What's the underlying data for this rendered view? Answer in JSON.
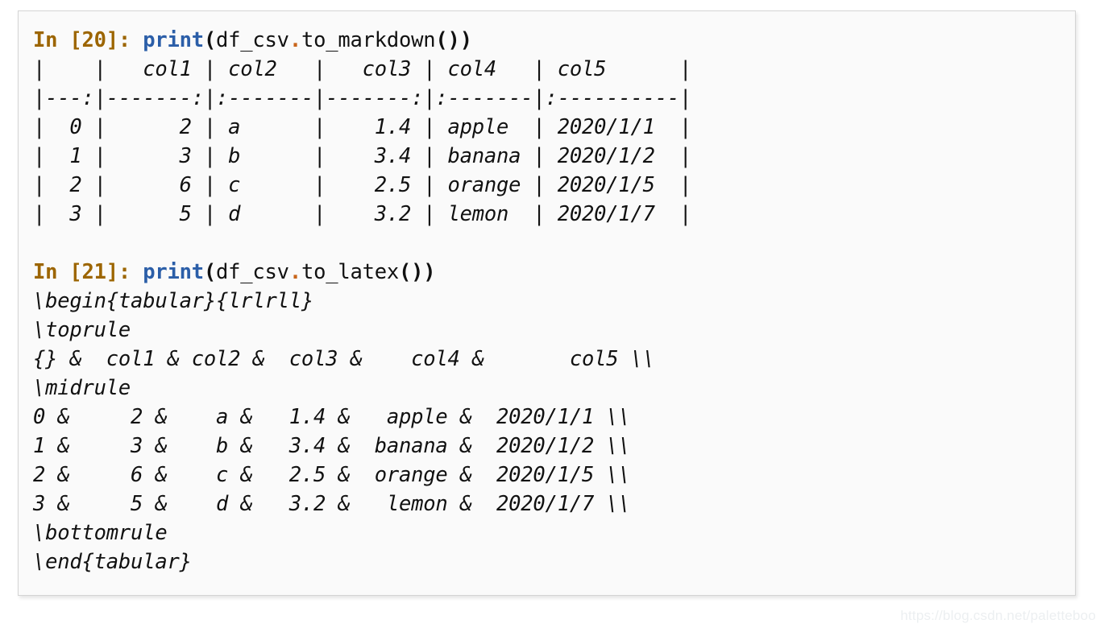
{
  "watermark": "https://blog.csdn.net/paletteboo",
  "colors": {
    "prompt": "#9c6500",
    "function": "#2b5ea8",
    "attribute_dot": "#c8651b",
    "text": "#111111",
    "card_background": "#fafafa",
    "card_border": "#d4d4d4",
    "page_background": "#ffffff",
    "watermark": "#eceff1"
  },
  "cells": [
    {
      "prompt": "In [20]:",
      "code": {
        "function": "print",
        "open_paren": "(",
        "object": "df_csv",
        "dot": ".",
        "method": "to_markdown",
        "call_parens": "()",
        "close_paren": ")",
        "full": "print(df_csv.to_markdown())"
      },
      "output_lines": [
        "|    |   col1 | col2   |   col3 | col4   | col5      |",
        "|---:|-------:|:-------|-------:|:-------|:----------|",
        "|  0 |      2 | a      |    1.4 | apple  | 2020/1/1  |",
        "|  1 |      3 | b      |    3.4 | banana | 2020/1/2  |",
        "|  2 |      6 | c      |    2.5 | orange | 2020/1/5  |",
        "|  3 |      5 | d      |    3.2 | lemon  | 2020/1/7  |"
      ]
    },
    {
      "prompt": "In [21]:",
      "code": {
        "function": "print",
        "open_paren": "(",
        "object": "df_csv",
        "dot": ".",
        "method": "to_latex",
        "call_parens": "()",
        "close_paren": ")",
        "full": "print(df_csv.to_latex())"
      },
      "output_lines": [
        "\\begin{tabular}{lrlrll}",
        "\\toprule",
        "{} &  col1 & col2 &  col3 &    col4 &       col5 \\\\",
        "\\midrule",
        "0 &     2 &    a &   1.4 &   apple &  2020/1/1 \\\\",
        "1 &     3 &    b &   3.4 &  banana &  2020/1/2 \\\\",
        "2 &     6 &    c &   2.5 &  orange &  2020/1/5 \\\\",
        "3 &     5 &    d &   3.2 &   lemon &  2020/1/7 \\\\",
        "\\bottomrule",
        "\\end{tabular}"
      ]
    }
  ],
  "dataframe": {
    "name": "df_csv",
    "index_name": "",
    "columns": [
      "col1",
      "col2",
      "col3",
      "col4",
      "col5"
    ],
    "index": [
      0,
      1,
      2,
      3
    ],
    "rows": [
      [
        2,
        "a",
        1.4,
        "apple",
        "2020/1/1"
      ],
      [
        3,
        "b",
        3.4,
        "banana",
        "2020/1/2"
      ],
      [
        6,
        "c",
        2.5,
        "orange",
        "2020/1/5"
      ],
      [
        5,
        "d",
        3.2,
        "lemon",
        "2020/1/7"
      ]
    ]
  }
}
